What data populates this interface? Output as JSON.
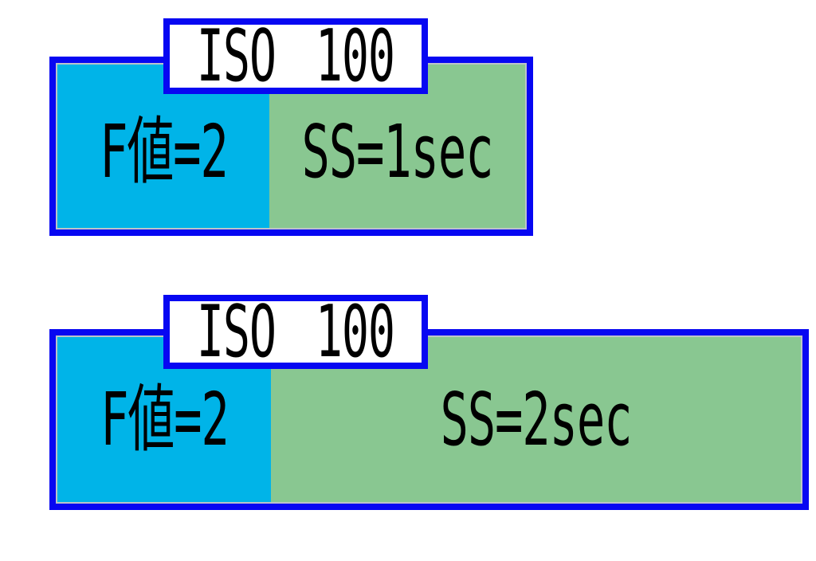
{
  "colors": {
    "border_blue": "#0707f2",
    "aperture_cyan": "#00b4e8",
    "shutter_green": "#89c791",
    "inner_hairline": "#bdc3c9",
    "badge_background": "#ffffff",
    "text_black": "#000000",
    "page_background": "#ffffff"
  },
  "diagrams": [
    {
      "iso_label": "ISO 100",
      "aperture_label": "F値=2",
      "shutter_label": "SS=1sec"
    },
    {
      "iso_label": "ISO 100",
      "aperture_label": "F値=2",
      "shutter_label": "SS=2sec"
    }
  ]
}
